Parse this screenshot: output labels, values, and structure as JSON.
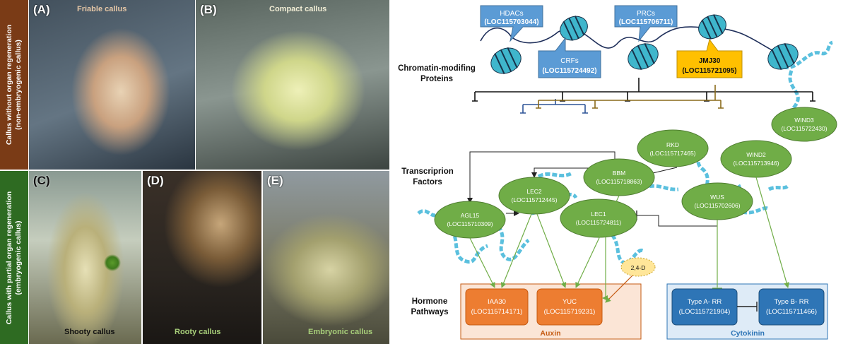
{
  "row_labels": {
    "top": [
      "Callus without organ regeneration",
      "(non-embryogenic callus)"
    ],
    "bottom": [
      "Callus with partial organ regeneration",
      "(embryogenic callus)"
    ]
  },
  "photos": {
    "A": {
      "letter": "(A)",
      "caption": "Friable callus"
    },
    "B": {
      "letter": "(B)",
      "caption": "Compact callus"
    },
    "C": {
      "letter": "(C)",
      "caption": "Shooty callus"
    },
    "D": {
      "letter": "(D)",
      "caption": "Rooty callus"
    },
    "E": {
      "letter": "(E)",
      "caption": "Embryonic callus"
    }
  },
  "sections": {
    "chromatin": [
      "Chromatin-modifing",
      "Proteins"
    ],
    "tf": [
      "Transcriprion",
      "Factors"
    ],
    "hormone": [
      "Hormone",
      "Pathways"
    ]
  },
  "chromatin_boxes": {
    "hdacs": [
      "HDACs",
      "(LOC115703044)"
    ],
    "prcs": [
      "PRCs",
      "(LOC115706711)"
    ],
    "crfs": [
      "CRFs",
      "(LOC115724492)"
    ],
    "jmj30": [
      "JMJ30",
      "(LOC115721095)"
    ]
  },
  "tf_nodes": {
    "wind3": [
      "WIND3",
      "(LOC115722430)"
    ],
    "rkd": [
      "RKD",
      "(LOC115717465)"
    ],
    "wind2": [
      "WIND2",
      "(LOC115713946)"
    ],
    "bbm": [
      "BBM",
      "(LOC115718863)"
    ],
    "lec2": [
      "LEC2",
      "(LOC115712445)"
    ],
    "wus": [
      "WUS",
      "(LOC115702606)"
    ],
    "agl15": [
      "AGL15",
      "(LOC115710309)"
    ],
    "lec1": [
      "LEC1",
      "(LOC115724811)"
    ]
  },
  "hormone": {
    "d24": "2,4-D",
    "iaa30": [
      "IAA30",
      "(LOC115714171)"
    ],
    "yuc": [
      "YUC",
      "(LOC115719231)"
    ],
    "typeA": [
      "Type A- RR",
      "(LOC115721904)"
    ],
    "typeB": [
      "Type B- RR",
      "(LOC115711466)"
    ],
    "auxin": "Auxin",
    "cytokinin": "Cytokinin"
  },
  "colors": {
    "label_brown": "#7a3b16",
    "label_green": "#2e6b22",
    "box_blue": "#5b9bd5",
    "box_yellow": "#ffc000",
    "node_green": "#70ad47",
    "hormone_orange": "#ed7d31",
    "auxin_bg": "#fbe5d6",
    "cyto_bg": "#deebf7",
    "cyto_box": "#2e75b6",
    "dna": "#5bc0de",
    "arrow": "#70ad47"
  }
}
